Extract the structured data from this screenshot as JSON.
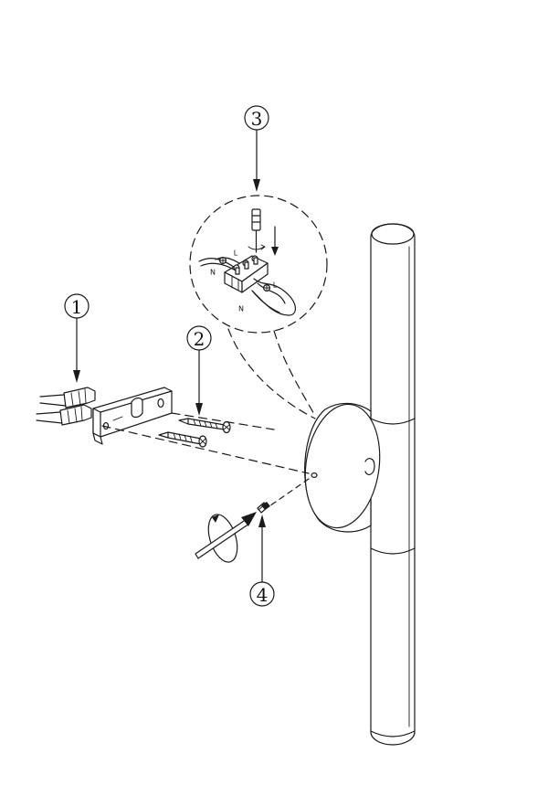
{
  "callouts": [
    {
      "id": 1,
      "label": "1"
    },
    {
      "id": 2,
      "label": "2"
    },
    {
      "id": 3,
      "label": "3"
    },
    {
      "id": 4,
      "label": "4"
    }
  ],
  "wiring": {
    "live_label_top": "L",
    "neutral_label_top": "N",
    "live_label_bottom": "L",
    "neutral_label_bottom": "N"
  }
}
